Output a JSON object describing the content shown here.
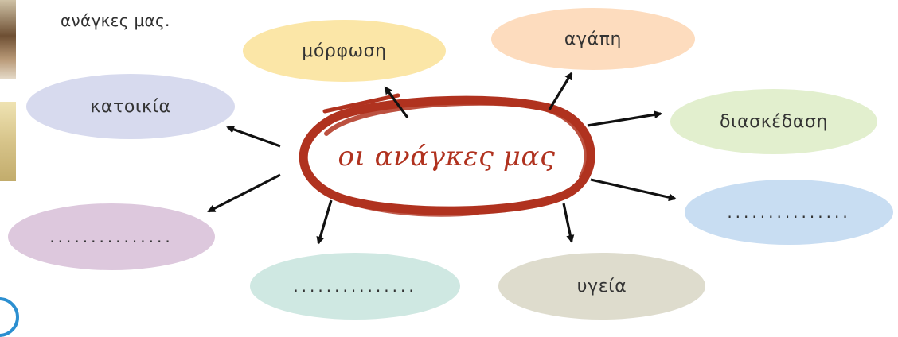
{
  "intro_text": "ανάγκες μας.",
  "center": {
    "label": "οι ανάγκες μας"
  },
  "bubbles": {
    "morfosi": "μόρφωση",
    "agapi": "αγάπη",
    "katoikia": "κατοικία",
    "diaskedasi": "διασκέδαση",
    "blank_right": "...............",
    "blank_left": "...............",
    "blank_bottom": "...............",
    "ygeia": "υγεία"
  },
  "colors": {
    "accent_red": "#b0321f",
    "arrow": "#111111"
  }
}
